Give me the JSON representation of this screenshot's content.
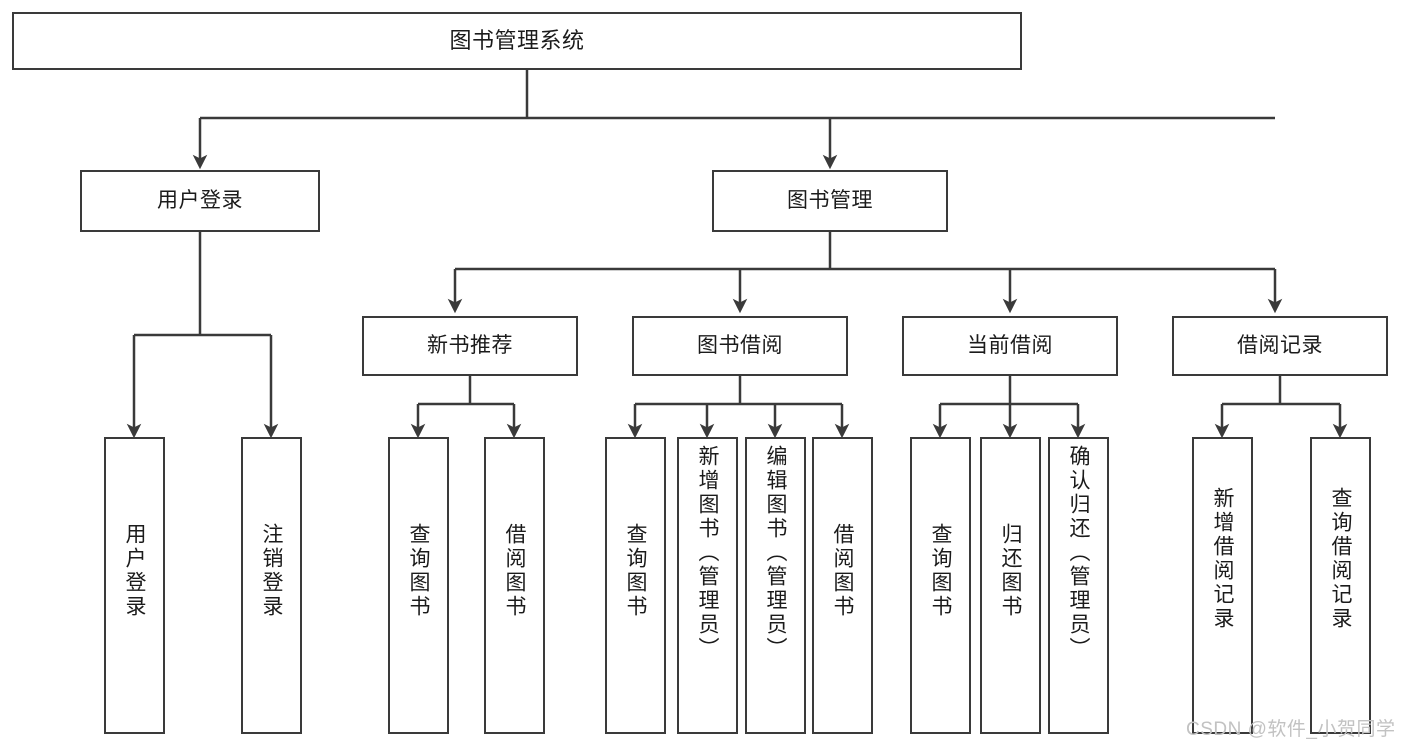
{
  "diagram": {
    "type": "tree",
    "title": "图书管理系统",
    "watermark": "CSDN @软件_小贺同学",
    "colors": {
      "stroke": "#3a3a3a",
      "background": "#ffffff",
      "text": "#1b1b1b",
      "watermark": "#c2c2c2"
    },
    "nodes": {
      "root": "图书管理系统",
      "level2": {
        "user_login": "用户登录",
        "book_manage": "图书管理"
      },
      "level3": {
        "new_book_rec": "新书推荐",
        "book_borrow": "图书借阅",
        "current_borrow": "当前借阅",
        "borrow_record": "借阅记录"
      },
      "leaves": {
        "user_login_1": "用户登录",
        "user_login_2": "注销登录",
        "new_book_rec_1": "查询图书",
        "new_book_rec_2": "借阅图书",
        "book_borrow_1": "查询图书",
        "book_borrow_2": "新增图书（管理员）",
        "book_borrow_3": "编辑图书（管理员）",
        "book_borrow_4": "借阅图书",
        "current_borrow_1": "查询图书",
        "current_borrow_2": "归还图书",
        "current_borrow_3": "确认归还（管理员）",
        "borrow_record_1": "新增借阅记录",
        "borrow_record_2": "查询借阅记录"
      }
    }
  }
}
